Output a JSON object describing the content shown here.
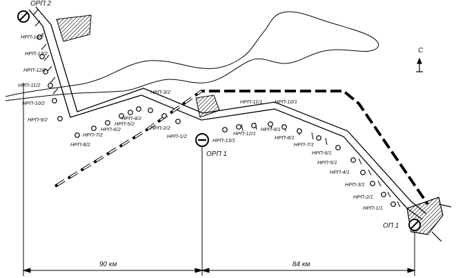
{
  "stations": {
    "orp2": "ОРП 2",
    "orp1": "ОРП 1",
    "op1": "ОП 1"
  },
  "north": "С",
  "distances": {
    "left": "90 км",
    "right": "84 км"
  },
  "nrp_line2": [
    "НРП-14/2",
    "НРП-13/2",
    "НРП-12/2",
    "НРП-11/2",
    "НРП-10/2",
    "НРП-9/2",
    "НРП-8/2",
    "НРП-7/2",
    "НРП-6/2",
    "НРП-5/2",
    "НРП-4/2",
    "НРП-3/2",
    "НРП-2/2",
    "НРП-1/2"
  ],
  "nrp_line1": [
    "НРП-13/1",
    "НРП-12/1",
    "НРП-11/1",
    "НРП-10/1",
    "НРП-9/1",
    "НРП-8/1",
    "НРП-7/1",
    "НРП-6/1",
    "НРП-5/1",
    "НРП-4/1",
    "НРП-3/1",
    "НРП-2/1",
    "НРП-1/1"
  ]
}
